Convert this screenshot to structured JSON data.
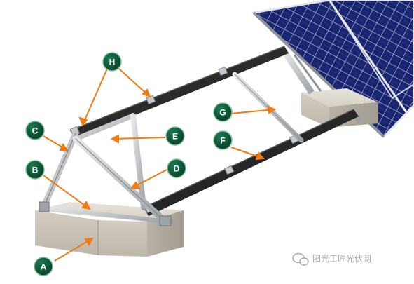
{
  "diagram": {
    "callouts": [
      {
        "id": "A",
        "label": "A"
      },
      {
        "id": "B",
        "label": "B"
      },
      {
        "id": "C",
        "label": "C"
      },
      {
        "id": "D",
        "label": "D"
      },
      {
        "id": "E",
        "label": "E"
      },
      {
        "id": "F",
        "label": "F"
      },
      {
        "id": "G",
        "label": "G"
      },
      {
        "id": "H",
        "label": "H"
      }
    ],
    "watermark": {
      "text": "阳光工匠光伏网",
      "icon": "wechat-bubbles-icon"
    },
    "colors": {
      "callout_fill": "#0d4f35",
      "callout_stroke": "#7fbf9a",
      "leader_line": "#f27a0e",
      "panel_cell": "#1c2a78",
      "panel_frame": "#d9dde3",
      "rail_dark": "#2b2b2b",
      "strut_aluminum": "#bfc3c7",
      "ballast_concrete": "#cfcac0"
    }
  }
}
